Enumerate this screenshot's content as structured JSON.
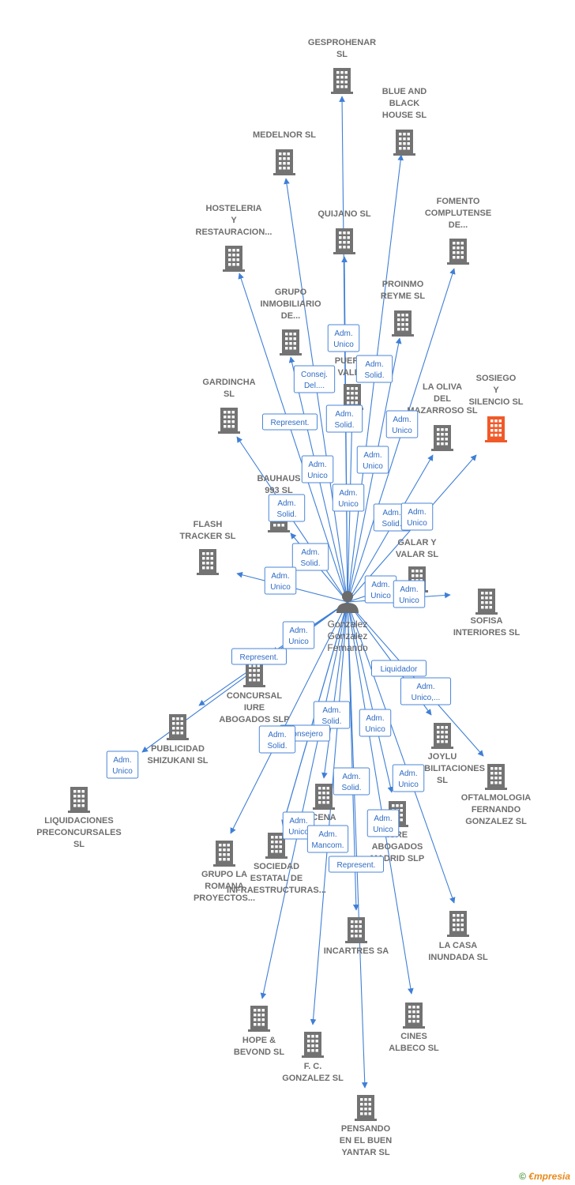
{
  "center": {
    "name_lines": [
      "Gonzalez",
      "Gonzalez",
      "Fernando"
    ]
  },
  "nodes": [
    {
      "id": "gesprohenar",
      "lines": [
        "GESPROHENAR",
        "SL"
      ]
    },
    {
      "id": "blue-and-black",
      "lines": [
        "BLUE AND",
        "BLACK",
        "HOUSE SL"
      ]
    },
    {
      "id": "medelnor",
      "lines": [
        "MEDELNOR  SL"
      ]
    },
    {
      "id": "hosteleria",
      "lines": [
        "HOSTELERIA",
        "Y",
        "RESTAURACION..."
      ]
    },
    {
      "id": "quijano",
      "lines": [
        "QUIJANO  SL"
      ]
    },
    {
      "id": "fomento",
      "lines": [
        "FOMENTO",
        "COMPLUTENSE",
        "DE..."
      ]
    },
    {
      "id": "grupo-inmobiliario",
      "lines": [
        "GRUPO",
        "INMOBILIARIO",
        "DE..."
      ]
    },
    {
      "id": "proinmo",
      "lines": [
        "PROINMO",
        "REYME  SL"
      ]
    },
    {
      "id": "puerta",
      "lines": [
        "PUERTA",
        "DE VALENCIA",
        "..."
      ]
    },
    {
      "id": "sosiego",
      "lines": [
        "SOSIEGO",
        "Y",
        "SILENCIO  SL"
      ],
      "highlight": true
    },
    {
      "id": "gardincha",
      "lines": [
        "GARDINCHA",
        "SL"
      ]
    },
    {
      "id": "la-oliva",
      "lines": [
        "LA OLIVA",
        "DEL",
        "MAZARROSO SL"
      ]
    },
    {
      "id": "bauhaus",
      "lines": [
        "BAUHAUS",
        "993  SL"
      ]
    },
    {
      "id": "flash",
      "lines": [
        "FLASH",
        "TRACKER  SL"
      ]
    },
    {
      "id": "galar",
      "lines": [
        "GALAR Y",
        "VALAR  SL"
      ]
    },
    {
      "id": "sofisa",
      "lines": [
        "SOFISA",
        "INTERIORES SL"
      ]
    },
    {
      "id": "concursal",
      "lines": [
        "CONCURSAL",
        "IURE",
        "ABOGADOS  SLP"
      ]
    },
    {
      "id": "publicidad",
      "lines": [
        "PUBLICIDAD",
        "SHIZUKANI  SL"
      ]
    },
    {
      "id": "liquidaciones",
      "lines": [
        "LIQUIDACIONES",
        "PRECONCURSALES",
        "SL"
      ]
    },
    {
      "id": "joylu",
      "lines": [
        "JOYLU",
        "REHABILITACIONES",
        "SL"
      ]
    },
    {
      "id": "oftalmologia",
      "lines": [
        "OFTALMOLOGIA",
        "FERNANDO",
        "GONZALEZ SL"
      ]
    },
    {
      "id": "cena",
      "lines": [
        "CENA",
        "..."
      ]
    },
    {
      "id": "iure-madrid",
      "lines": [
        "IURE",
        "ABOGADOS",
        "MADRID SLP"
      ]
    },
    {
      "id": "grupo-la-romana",
      "lines": [
        "GRUPO LA",
        "ROMANA",
        "PROYECTOS..."
      ]
    },
    {
      "id": "sociedad-estatal",
      "lines": [
        "SOCIEDAD",
        "ESTATAL DE",
        "INFRAESTRUCTURAS..."
      ]
    },
    {
      "id": "incartres",
      "lines": [
        "INCARTRES SA"
      ]
    },
    {
      "id": "la-casa",
      "lines": [
        "LA CASA",
        "INUNDADA  SL"
      ]
    },
    {
      "id": "hope",
      "lines": [
        "HOPE &",
        "BEVOND  SL"
      ]
    },
    {
      "id": "fc-gonzalez",
      "lines": [
        "F. C.",
        "GONZALEZ  SL"
      ]
    },
    {
      "id": "cines",
      "lines": [
        "CINES",
        "ALBECO  SL"
      ]
    },
    {
      "id": "pensando",
      "lines": [
        "PENSANDO",
        "EN EL BUEN",
        "YANTAR  SL"
      ]
    }
  ],
  "edge_labels": [
    {
      "id": "gesprohenar",
      "lines": [
        "Adm.",
        "Unico"
      ]
    },
    {
      "id": "blue-and-black",
      "lines": [
        "Adm.",
        "Solid."
      ]
    },
    {
      "id": "medelnor",
      "lines": [
        "Consej.",
        "Del...."
      ]
    },
    {
      "id": "hosteleria",
      "lines": [
        "Represent."
      ]
    },
    {
      "id": "quijano",
      "lines": [
        "Adm.",
        "Solid."
      ]
    },
    {
      "id": "fomento",
      "lines": [
        "Adm.",
        "Unico"
      ]
    },
    {
      "id": "grupo-inmobiliario",
      "lines": [
        "Adm.",
        "Unico"
      ]
    },
    {
      "id": "proinmo",
      "lines": [
        "Adm.",
        "Unico"
      ]
    },
    {
      "id": "puerta",
      "lines": [
        "Adm.",
        "Unico"
      ]
    },
    {
      "id": "la-oliva",
      "lines": [
        "Adm.",
        "Solid."
      ]
    },
    {
      "id": "sosiego",
      "lines": [
        "Adm.",
        "Unico"
      ]
    },
    {
      "id": "gardincha",
      "lines": [
        "Adm.",
        "Solid."
      ]
    },
    {
      "id": "bauhaus",
      "lines": [
        "Adm.",
        "Solid."
      ]
    },
    {
      "id": "flash",
      "lines": [
        "Adm.",
        "Unico"
      ]
    },
    {
      "id": "galar",
      "lines": [
        "Adm.",
        "Unico"
      ]
    },
    {
      "id": "sofisa",
      "lines": [
        "Adm.",
        "Unico"
      ]
    },
    {
      "id": "concursal",
      "lines": [
        "Adm.",
        "Unico"
      ]
    },
    {
      "id": "publicidad",
      "lines": [
        "Represent."
      ]
    },
    {
      "id": "liquidaciones",
      "lines": [
        "Adm.",
        "Unico"
      ]
    },
    {
      "id": "joylu",
      "lines": [
        "Liquidador"
      ]
    },
    {
      "id": "oftalmologia",
      "lines": [
        "Adm.",
        "Unico,..."
      ]
    },
    {
      "id": "cena",
      "lines": [
        "Adm.",
        "Solid."
      ]
    },
    {
      "id": "consejero",
      "lines": [
        "Consejero"
      ]
    },
    {
      "id": "grupo-la-romana",
      "lines": [
        "Adm.",
        "Solid."
      ]
    },
    {
      "id": "iure-madrid",
      "lines": [
        "Adm.",
        "Unico"
      ]
    },
    {
      "id": "incartres",
      "lines": [
        "Adm.",
        "Solid."
      ]
    },
    {
      "id": "la-casa",
      "lines": [
        "Adm.",
        "Unico"
      ]
    },
    {
      "id": "hope",
      "lines": [
        "Adm.",
        "Unico"
      ]
    },
    {
      "id": "fc-gonzalez",
      "lines": [
        "Adm.",
        "Mancom."
      ]
    },
    {
      "id": "cines",
      "lines": [
        "Adm.",
        "Unico"
      ]
    },
    {
      "id": "pensando",
      "lines": [
        "Represent."
      ]
    }
  ],
  "colors": {
    "edge": "#3f7fd6",
    "building": "#737373",
    "building_highlight": "#f05a28",
    "person": "#6b6b6b"
  },
  "footer": {
    "copyright": "©",
    "brand_initial": "€",
    "brand_rest": "mpresia"
  }
}
